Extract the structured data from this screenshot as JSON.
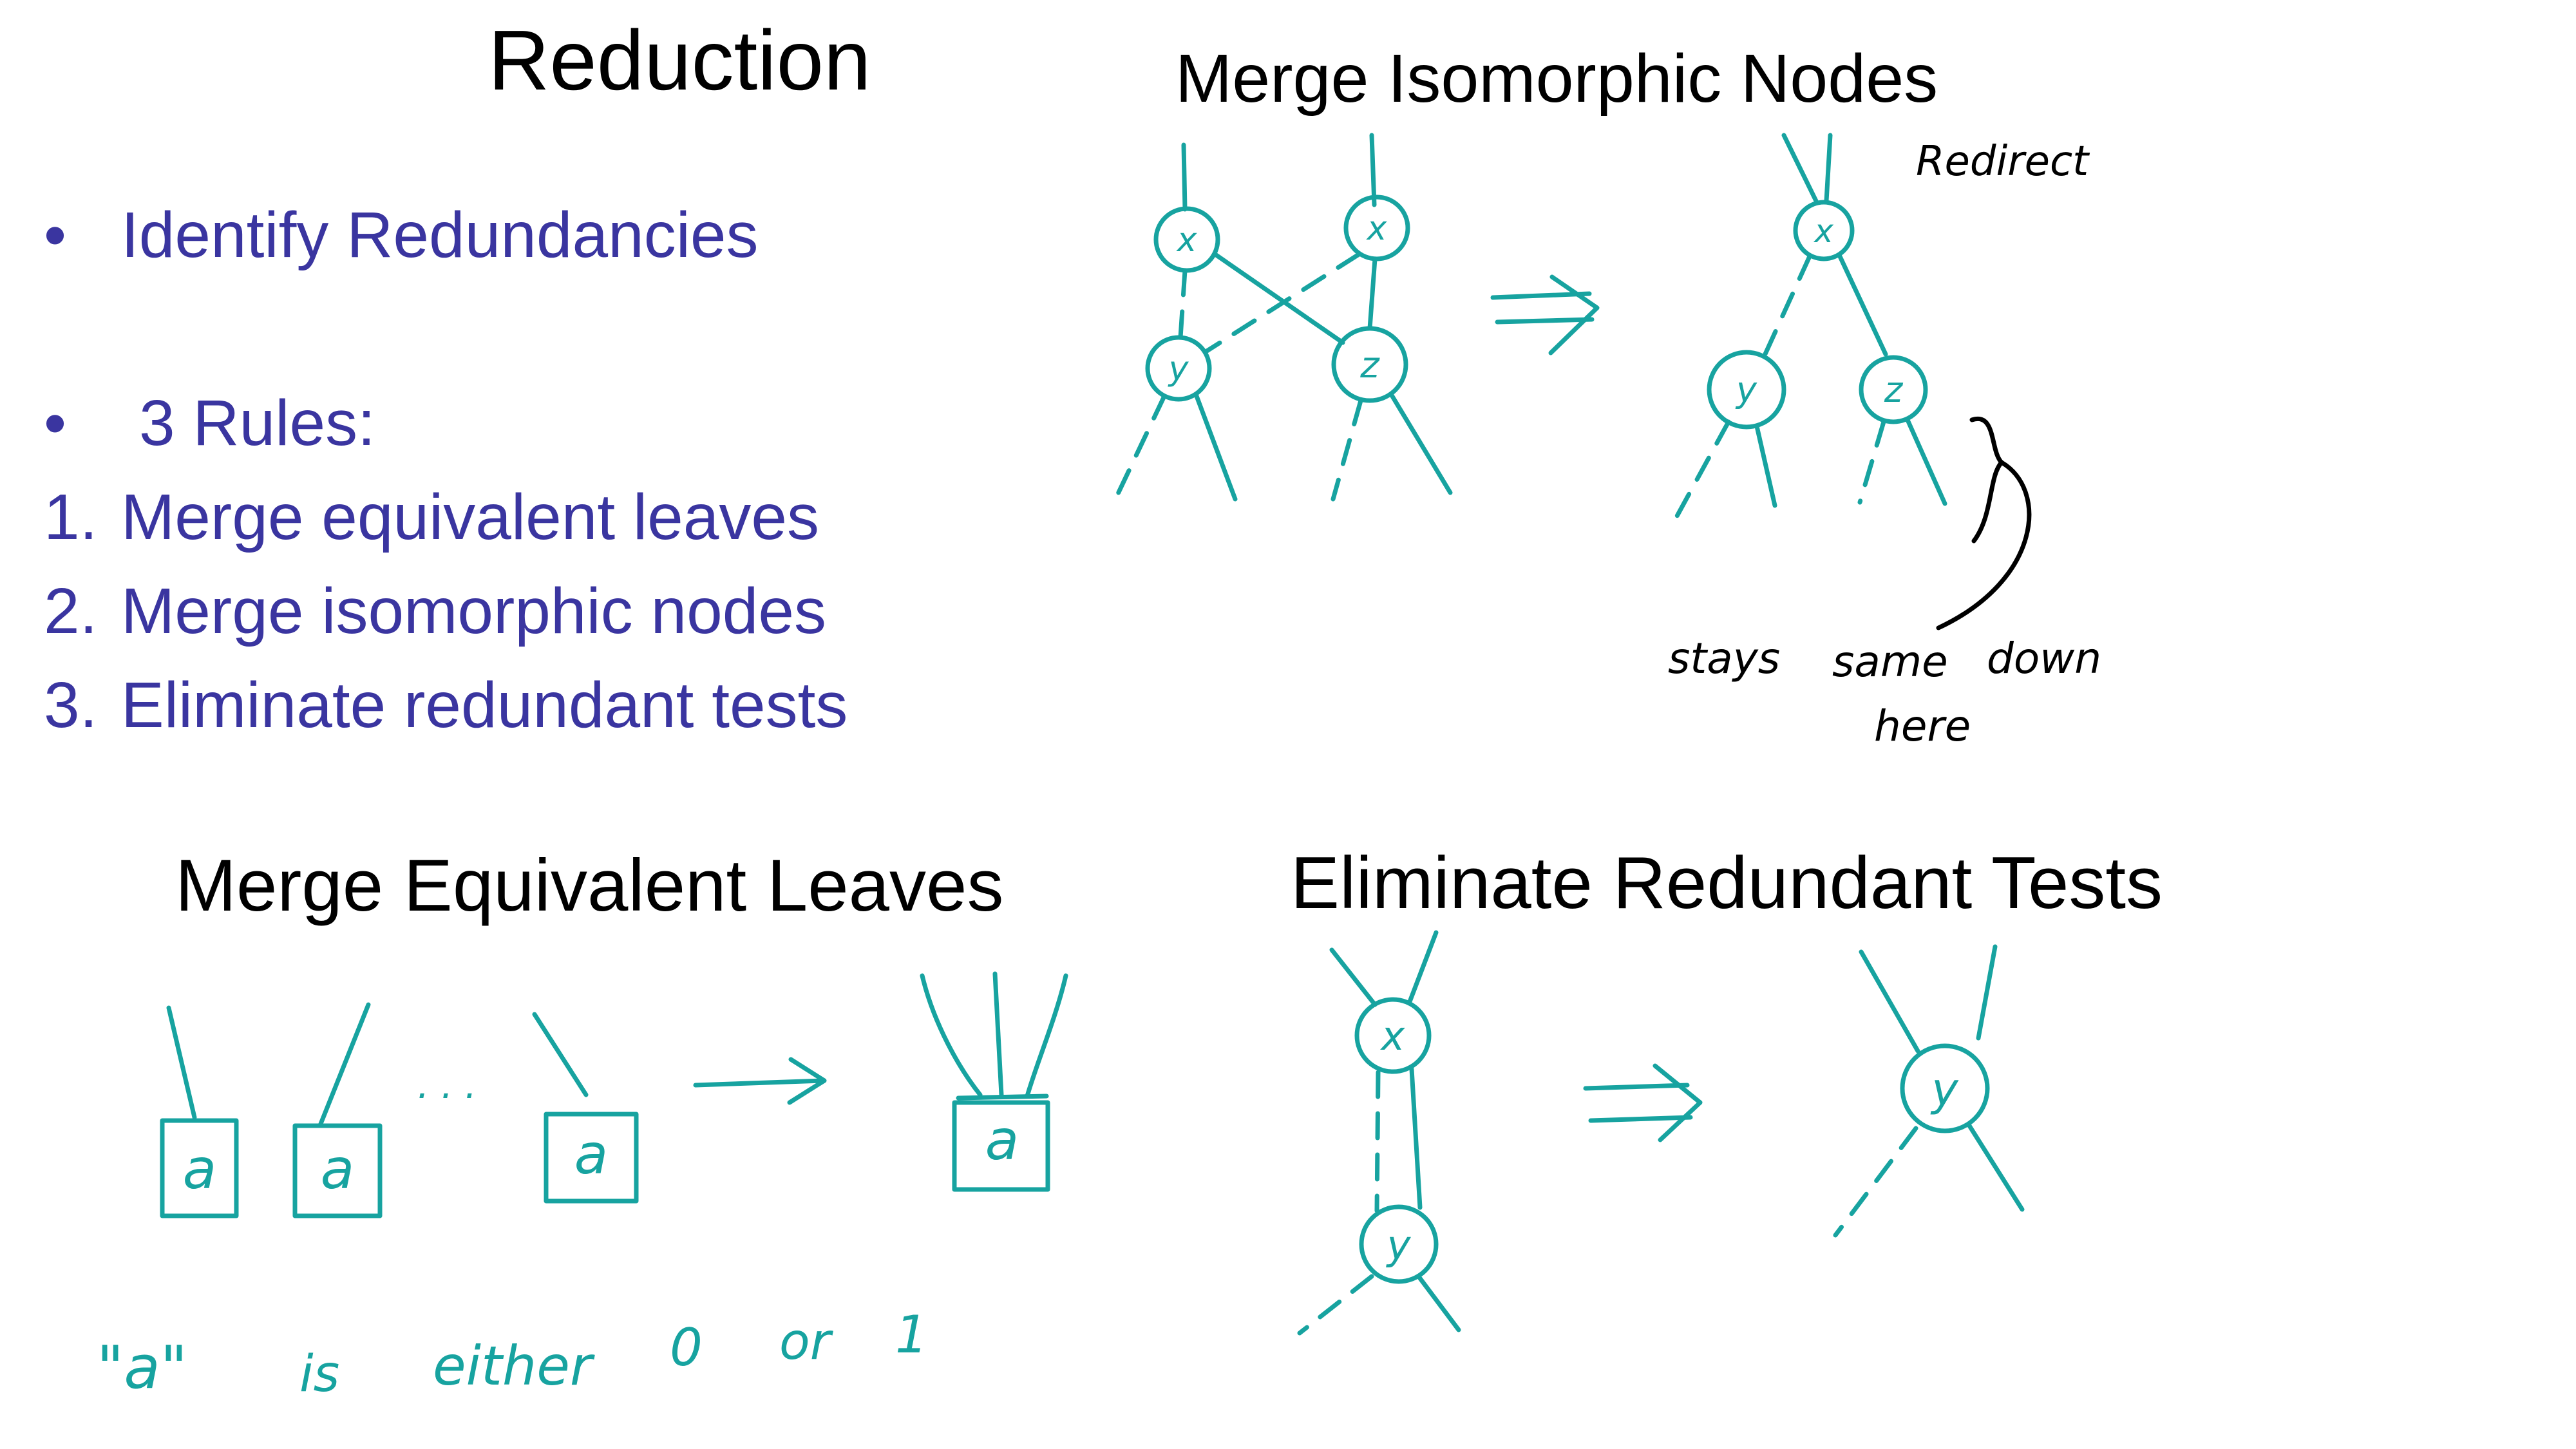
{
  "title": "Reduction",
  "bullets": {
    "identify": "Identify Redundancies",
    "rules_header": "3 Rules:",
    "rules": [
      "Merge equivalent leaves",
      "Merge isomorphic nodes",
      "Eliminate redundant tests"
    ],
    "numbers": [
      "1.",
      "2.",
      "3."
    ],
    "bullet_glyph": "•"
  },
  "sections": {
    "isomorphic": {
      "heading": "Merge Isomorphic Nodes",
      "node_labels": [
        "x",
        "x",
        "y",
        "z",
        "x",
        "y",
        "z"
      ],
      "note_redirect": "Redirect",
      "note_stays": "stays",
      "note_same": "same",
      "note_down": "down",
      "note_here": "here"
    },
    "leaves": {
      "heading": "Merge Equivalent Leaves",
      "leaf_label": "a",
      "ellipsis": ". . .",
      "caption": {
        "quote": "\"a\"",
        "is": "is",
        "either": "either",
        "zero": "0",
        "or": "or",
        "one": "1"
      }
    },
    "tests": {
      "heading": "Eliminate Redundant Tests",
      "node_labels": [
        "x",
        "y",
        "y"
      ]
    }
  },
  "colors": {
    "ink": "#17a3a0",
    "bullet_text": "#3a35a0",
    "heading": "#000000"
  }
}
